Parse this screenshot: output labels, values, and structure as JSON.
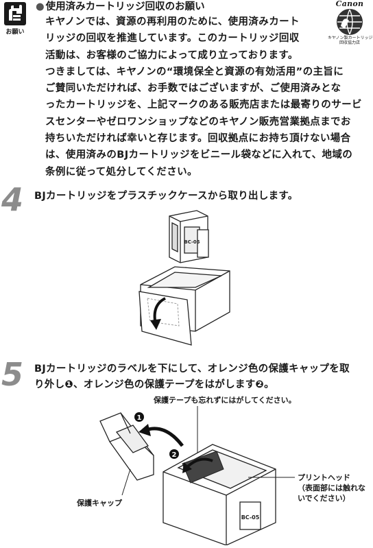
{
  "notice": {
    "icon_label": "お願い",
    "title": "使用済みカートリッジ回収のお願い",
    "logo_brand": "Canon",
    "logo_caption_line1": "キヤノン製カートリッジ",
    "logo_caption_line2": "回収協力店",
    "paragraph1": [
      "キヤノンでは、資源の再利用のために、使用済みカート",
      "リッジの回収を推進しています。このカートリッジ回収",
      "活動は、お客様のご協力によって成り立っております。"
    ],
    "paragraph2": [
      "つきましては、キヤノンの“環境保全と資源の有効活用”の主旨に",
      "ご賛同いただければ、お手数ではございますが、ご使用済みとな",
      "ったカートリッジを、上記マークのある販売店または最寄りのサービ",
      "スセンターやゼロワンショップなどのキヤノン販売営業拠点までお",
      "持ちいただければ幸いと存じます。回収拠点にお持ち頂けない場合",
      "は、使用済みのBJカートリッジをビニール袋などに入れて、地域の",
      "条例に従って処分してください。"
    ]
  },
  "step4": {
    "number": "4",
    "text": "BJカートリッジをプラスチックケースから取り出します。",
    "cartridge_label": "BC-05"
  },
  "step5": {
    "number": "5",
    "text_line1": "BJカートリッジのラベルを下にして、オレンジ色の保護キャップを取",
    "text_line2": "り外し❶、オレンジ色の保護テープをはがします❷。",
    "callout_tape": "保護テープも忘れずにはがしてください。",
    "marker1": "1",
    "marker2": "2",
    "callout_head_line1": "プリントヘッド",
    "callout_head_line2": "（表面部には触れな",
    "callout_head_line3": "いでください）",
    "callout_cap": "保護キャップ",
    "cartridge_label": "BC-05"
  }
}
